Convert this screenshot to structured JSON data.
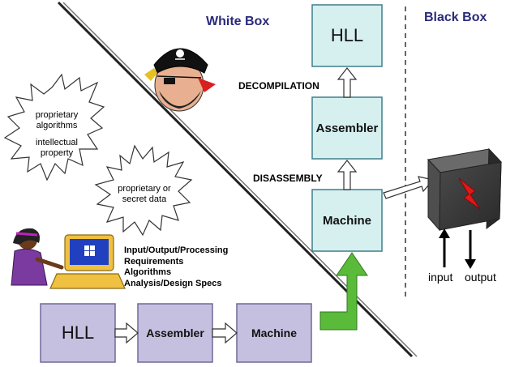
{
  "headings": {
    "white_box": "White Box",
    "black_box": "Black Box"
  },
  "colors": {
    "heading": "#2a2a7a",
    "teal_box_fill": "#d6f0f0",
    "teal_box_stroke": "#3f7f8a",
    "lavender_box_fill": "#c6c0e0",
    "lavender_box_stroke": "#6f6a99",
    "green_arrow": "#5aba3a",
    "black_box": "#3a3a3a",
    "red_bolt": "#e01818"
  },
  "white_box_stack": {
    "hll": "HLL",
    "assembler": "Assembler",
    "machine": "Machine",
    "decompilation": "DECOMPILATION",
    "disassembly": "DISASSEMBLY"
  },
  "bottom_stack": {
    "hll": "HLL",
    "assembler": "Assembler",
    "machine": "Machine"
  },
  "starburst_1": {
    "line1": "proprietary",
    "line2": "algorithms",
    "line3": "intellectual",
    "line4": "property"
  },
  "starburst_2": {
    "line1": "proprietary or",
    "line2": "secret data"
  },
  "requirements": [
    "Input/Output/Processing",
    "Requirements",
    "Algorithms",
    "Analysis/Design Specs"
  ],
  "black_box_io": {
    "input": "input",
    "output": "output"
  },
  "icons": [
    "pirate-icon",
    "programmer-icon",
    "lightning-bolt-icon"
  ]
}
